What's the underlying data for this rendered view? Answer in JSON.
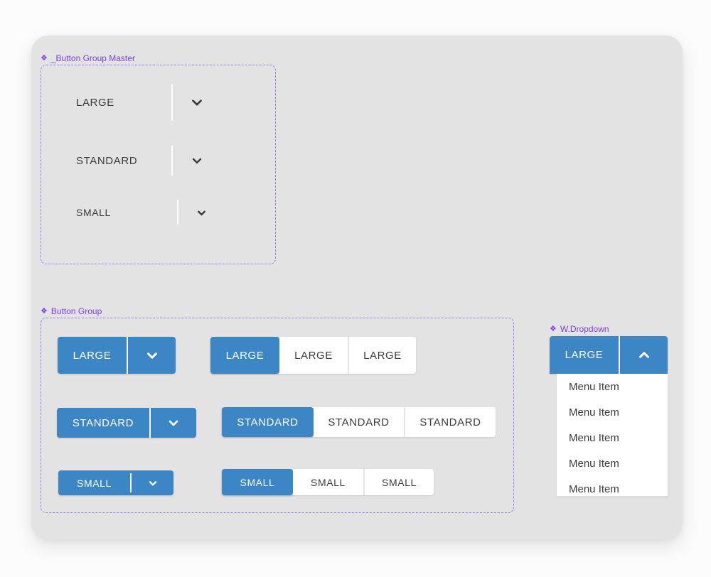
{
  "colors": {
    "accent_blue": "#3d86c6",
    "component_purple": "#7c3fe4",
    "dash_purple": "#9c78ee",
    "card_bg": "#e3e3e3",
    "dark_text": "#3b3b3b"
  },
  "master": {
    "label": "_Button Group Master",
    "rows": [
      {
        "label": "LARGE"
      },
      {
        "label": "STANDARD"
      },
      {
        "label": "SMALL"
      }
    ]
  },
  "button_group": {
    "label": "Button Group",
    "split_buttons": [
      {
        "label": "LARGE"
      },
      {
        "label": "STANDARD"
      },
      {
        "label": "SMALL"
      }
    ],
    "segmented": [
      {
        "segments": [
          "LARGE",
          "LARGE",
          "LARGE"
        ]
      },
      {
        "segments": [
          "STANDARD",
          "STANDARD",
          "STANDARD"
        ]
      },
      {
        "segments": [
          "SMALL",
          "SMALL",
          "SMALL"
        ]
      }
    ]
  },
  "dropdown": {
    "label": "W.Dropdown",
    "button_label": "LARGE",
    "menu_items": [
      "Menu Item",
      "Menu Item",
      "Menu Item",
      "Menu Item",
      "Menu Item"
    ]
  },
  "icons": {
    "component": "❖"
  }
}
